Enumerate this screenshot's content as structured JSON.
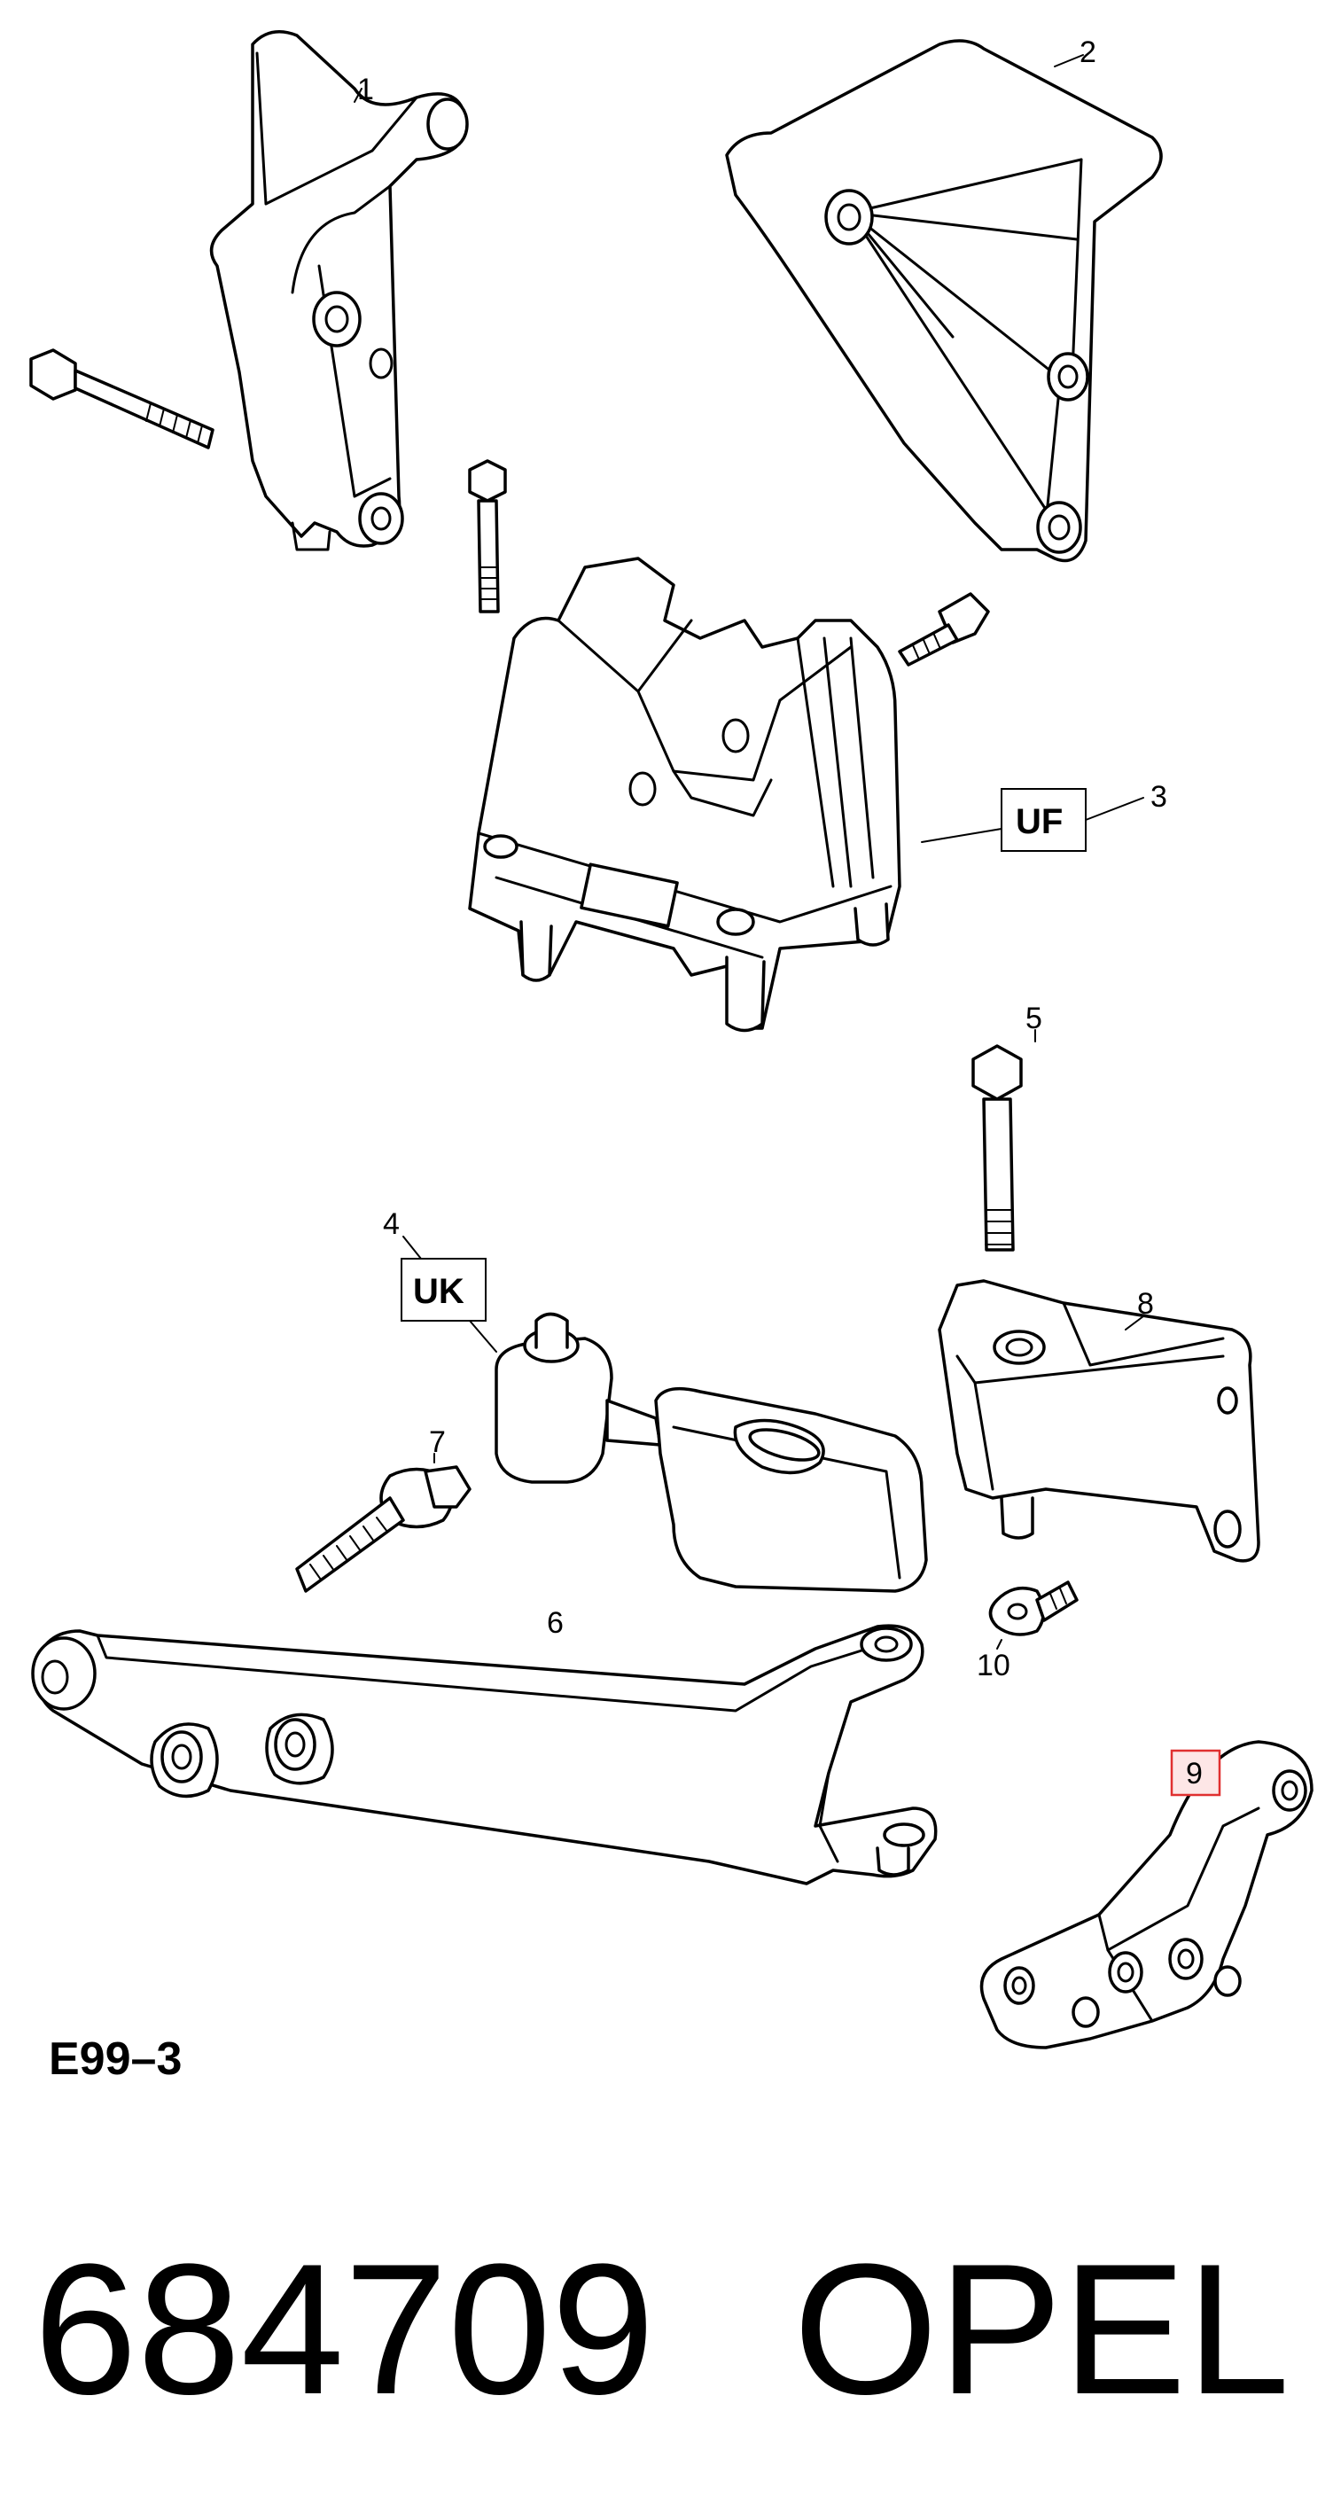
{
  "diagram": {
    "callouts": {
      "c1": "1",
      "c2": "2",
      "c3": "3",
      "c4": "4",
      "c5": "5",
      "c6": "6",
      "c7": "7",
      "c8": "8",
      "c9": "9",
      "c10": "10"
    },
    "boxed_labels": {
      "uf": "UF",
      "uk": "UK"
    },
    "figure_code": "E99–3",
    "highlight_color": "#e03030"
  },
  "footer": {
    "part_number": "684709",
    "brand": "OPEL"
  }
}
